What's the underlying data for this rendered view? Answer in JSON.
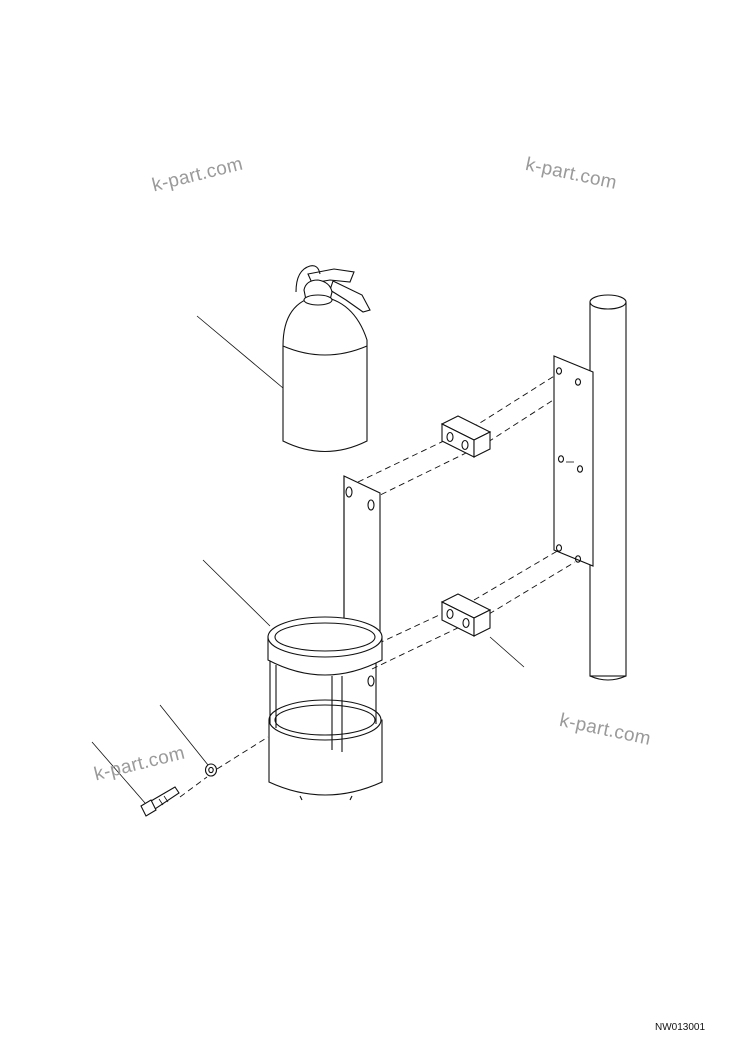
{
  "watermarks": [
    "k-part.com",
    "k-part.com",
    "k-part.com",
    "k-part.com"
  ],
  "drawing_code": "NW013001",
  "parts": [
    "fire-extinguisher",
    "extinguisher-bracket",
    "clamp-block-upper",
    "clamp-block-lower",
    "mounting-plate",
    "vertical-post",
    "bolt",
    "washer"
  ]
}
